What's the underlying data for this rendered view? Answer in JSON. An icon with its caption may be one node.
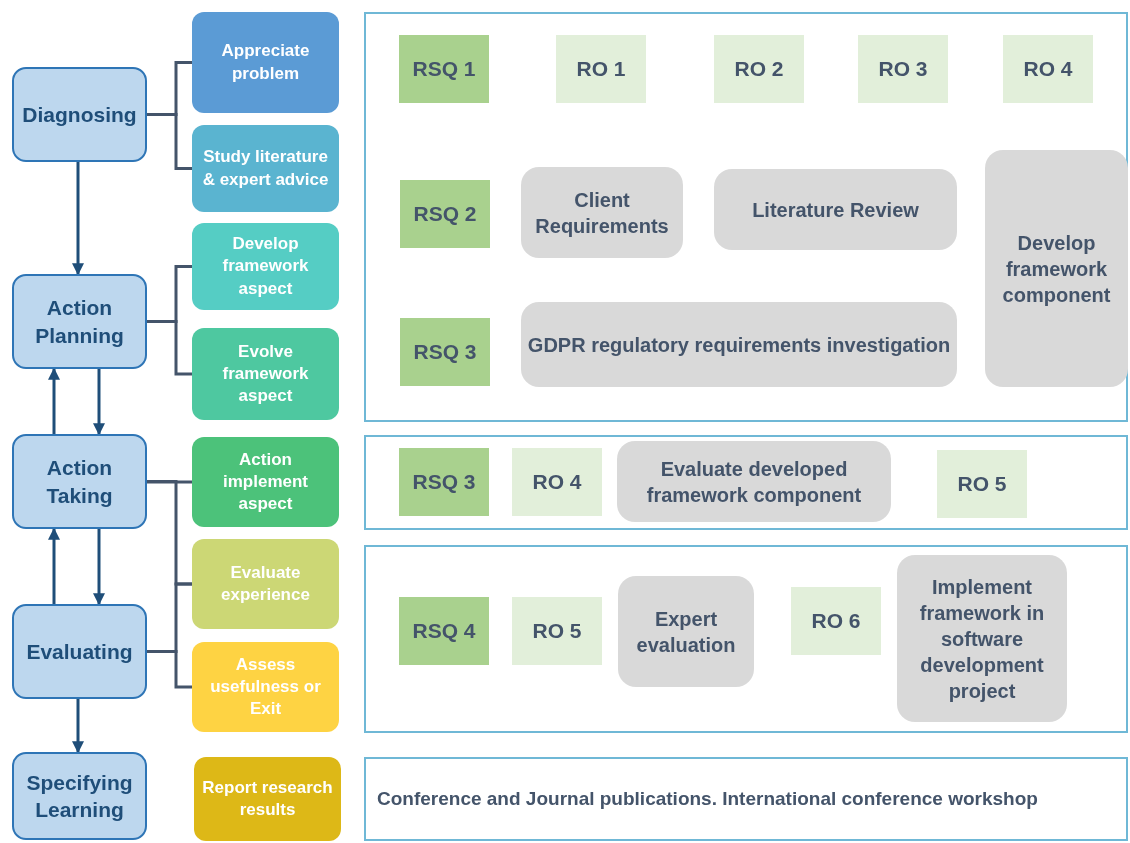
{
  "diagram": {
    "nodes": [
      {
        "text": [
          "Diagnosing"
        ]
      },
      {
        "text": [
          "Action Planning"
        ]
      },
      {
        "text": [
          "Action Taking"
        ]
      },
      {
        "text": [
          "Evaluating"
        ]
      },
      {
        "text": [
          "Specifying Learning"
        ]
      },
      {
        "text": [
          "Appreciate problem"
        ]
      },
      {
        "text": [
          "Study literature & expert advice"
        ]
      },
      {
        "text": [
          "Develop framework aspect"
        ]
      },
      {
        "text": [
          "Evolve framework aspect"
        ]
      },
      {
        "text": [
          "Action implement aspect"
        ]
      },
      {
        "text": [
          "Evaluate experience"
        ]
      },
      {
        "text": [
          "Assess usefulness or Exit"
        ]
      },
      {
        "text": [
          "Report research results"
        ]
      },
      {
        "text": [],
        "shape": "box"
      },
      {
        "text": [
          "RSQ 1"
        ],
        "in": 13
      },
      {
        "text": [
          "RO 1"
        ],
        "in": 13
      },
      {
        "text": [
          "RO 2"
        ],
        "in": 13
      },
      {
        "text": [
          "RO 3"
        ],
        "in": 13
      },
      {
        "text": [
          "RO 4"
        ],
        "in": 13
      },
      {
        "text": [
          "RSQ 2"
        ],
        "in": 13
      },
      {
        "text": [
          "Client Requirements"
        ],
        "in": 13
      },
      {
        "text": [
          "Literature Review"
        ],
        "in": 13
      },
      {
        "text": [
          "Develop framework component"
        ],
        "in": 13
      },
      {
        "text": [
          "RSQ 3"
        ],
        "in": 13
      },
      {
        "text": [
          "GDPR regulatory requirements investigation"
        ],
        "in": 13
      },
      {
        "text": [],
        "shape": "box"
      },
      {
        "text": [
          "RSQ 3"
        ],
        "in": 25
      },
      {
        "text": [
          "RO 4"
        ],
        "in": 25
      },
      {
        "text": [
          "Evaluate developed framework component"
        ],
        "in": 25
      },
      {
        "text": [
          "RO 5"
        ],
        "in": 25
      },
      {
        "text": [],
        "shape": "box"
      },
      {
        "text": [
          "RSQ 4"
        ],
        "in": 30
      },
      {
        "text": [
          "RO 5"
        ],
        "in": 30
      },
      {
        "text": [
          "Expert evaluation"
        ],
        "in": 30
      },
      {
        "text": [
          "RO 6"
        ],
        "in": 30
      },
      {
        "text": [
          "Implement framework in software development project"
        ],
        "in": 30
      },
      {
        "text": [
          "Conference and Journal publications. International conference workshop"
        ]
      }
    ],
    "edges": [
      {
        "from": 0,
        "to": 1,
        "arrow": "to"
      },
      {
        "from": 2,
        "to": 1,
        "arrow": "to"
      },
      {
        "from": 1,
        "to": 2,
        "arrow": "to"
      },
      {
        "from": 3,
        "to": 2,
        "arrow": "to"
      },
      {
        "from": 2,
        "to": 3,
        "arrow": "to"
      },
      {
        "from": 3,
        "to": 4,
        "arrow": "to"
      },
      {
        "from": 0,
        "to": 5,
        "arrow": "none"
      },
      {
        "from": 0,
        "to": 6,
        "arrow": "none"
      },
      {
        "from": 1,
        "to": 7,
        "arrow": "none"
      },
      {
        "from": 1,
        "to": 8,
        "arrow": "none"
      },
      {
        "from": 2,
        "to": 9,
        "arrow": "none"
      },
      {
        "from": 2,
        "to": 10,
        "arrow": "none"
      },
      {
        "from": 3,
        "to": 10,
        "arrow": "none"
      },
      {
        "from": 3,
        "to": 11,
        "arrow": "none"
      }
    ]
  }
}
